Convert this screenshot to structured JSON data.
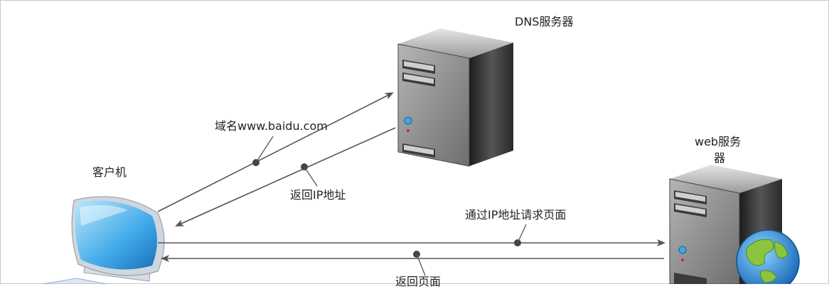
{
  "nodes": {
    "client": {
      "label": "客户机"
    },
    "dns_server": {
      "label": "DNS服务器"
    },
    "web_server": {
      "label_line1": "web服务",
      "label_line2": "器"
    }
  },
  "edges": {
    "query_domain": {
      "label": "域名www.baidu.com"
    },
    "return_ip": {
      "label": "返回IP地址"
    },
    "request_page": {
      "label": "通过IP地址请求页面"
    },
    "return_page": {
      "label": "返回页面"
    }
  },
  "colors": {
    "arrow": "#555555",
    "server_body": "#3a3a3a",
    "monitor_blue": "#3fa9e8"
  }
}
